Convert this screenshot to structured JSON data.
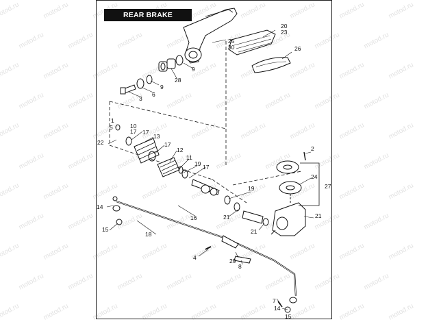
{
  "title": "REAR BRAKE CONTROL",
  "watermark": "motod.ru",
  "callouts": [
    "1",
    "2",
    "3",
    "4",
    "5",
    "6",
    "7",
    "8",
    "9",
    "9",
    "10",
    "11",
    "12",
    "13",
    "14",
    "14",
    "15",
    "15",
    "16",
    "17",
    "17",
    "17",
    "17",
    "18",
    "19",
    "19",
    "20",
    "21",
    "21",
    "21",
    "22",
    "23",
    "24",
    "25",
    "26",
    "27",
    "28",
    "29",
    "30"
  ],
  "colors": {
    "ink": "#111111",
    "watermark": "#e2e2e2",
    "title_bg": "#111111",
    "title_fg": "#ffffff"
  }
}
